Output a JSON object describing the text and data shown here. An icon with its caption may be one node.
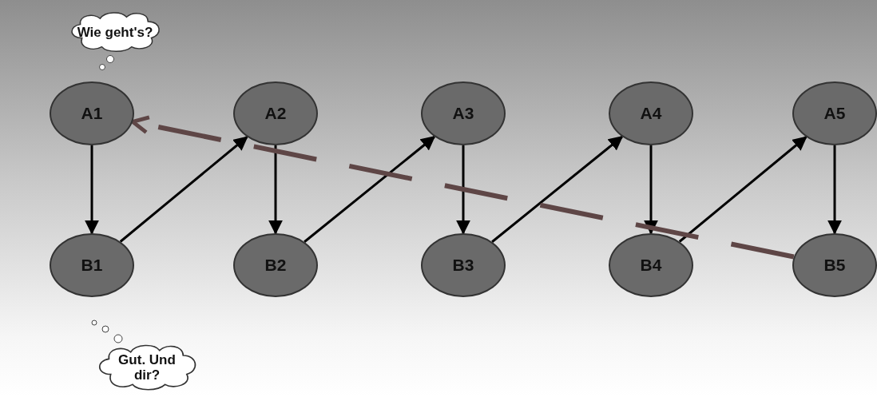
{
  "diagram": {
    "nodes": [
      {
        "text": [
          "Wie geht's?"
        ]
      },
      {
        "text": [
          "A1"
        ]
      },
      {
        "text": [
          "A2"
        ]
      },
      {
        "text": [
          "A3"
        ]
      },
      {
        "text": [
          "A4"
        ]
      },
      {
        "text": [
          "A5"
        ]
      },
      {
        "text": [
          "B1"
        ]
      },
      {
        "text": [
          "B2"
        ]
      },
      {
        "text": [
          "B3"
        ]
      },
      {
        "text": [
          "B4"
        ]
      },
      {
        "text": [
          "B5"
        ]
      },
      {
        "text": [
          "Gut. Und dir?"
        ]
      }
    ],
    "edges": [
      {
        "from": 1,
        "to": 6,
        "arrow": "to"
      },
      {
        "from": 6,
        "to": 2,
        "arrow": "to"
      },
      {
        "from": 2,
        "to": 7,
        "arrow": "to"
      },
      {
        "from": 7,
        "to": 3,
        "arrow": "to"
      },
      {
        "from": 3,
        "to": 8,
        "arrow": "to"
      },
      {
        "from": 8,
        "to": 4,
        "arrow": "to"
      },
      {
        "from": 4,
        "to": 9,
        "arrow": "to"
      },
      {
        "from": 9,
        "to": 5,
        "arrow": "to"
      },
      {
        "from": 5,
        "to": 10,
        "arrow": "to"
      },
      {
        "from": 10,
        "to": 1,
        "arrow": "to",
        "style": "dashed",
        "color": "#5e4646"
      }
    ]
  }
}
